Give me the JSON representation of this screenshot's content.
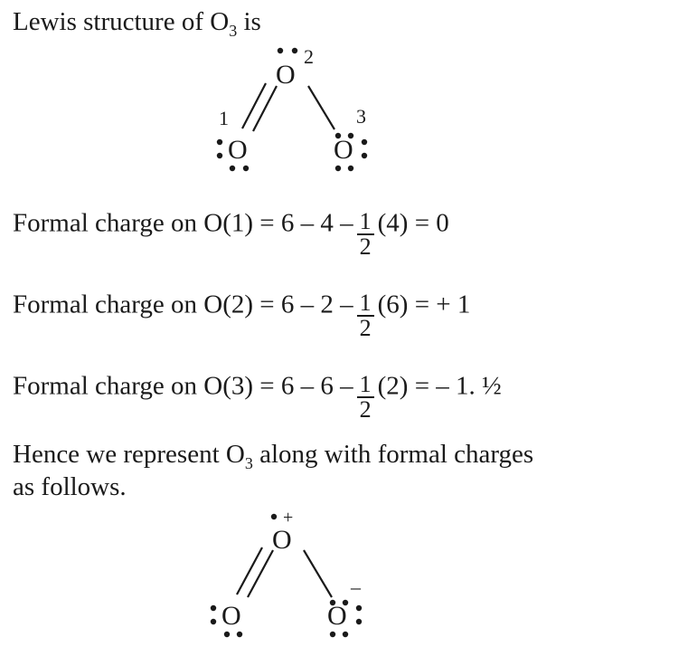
{
  "title": {
    "prefix": "Lewis structure of O",
    "sub": "3",
    "suffix": " is"
  },
  "structure1": {
    "atom_symbol": "O",
    "label_1": "1",
    "label_2": "2",
    "label_3": "3"
  },
  "formal_charges": [
    {
      "lhs": "Formal charge on O(1) = 6 – 4 –",
      "num": "1",
      "den": "2",
      "rhs": "(4) = 0"
    },
    {
      "lhs": "Formal charge on O(2) = 6 – 2 –",
      "num": "1",
      "den": "2",
      "rhs": "(6) = + 1"
    },
    {
      "lhs": "Formal charge on O(3) = 6 – 6 –",
      "num": "1",
      "den": "2",
      "rhs": "(2) = – 1. ½"
    }
  ],
  "conclusion": {
    "line1_prefix": "Hence we represent O",
    "line1_sub": "3",
    "line1_suffix": " along with formal charges",
    "line2": "as follows."
  },
  "structure2": {
    "atom_symbol": "O",
    "plus_charge": "+",
    "minus_charge": "–"
  }
}
